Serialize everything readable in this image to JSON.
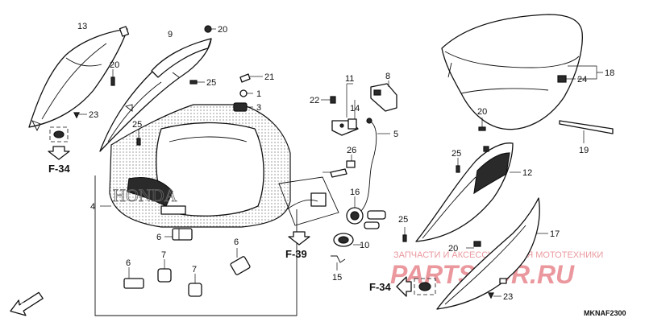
{
  "callouts": [
    {
      "id": "c1",
      "label": "1"
    },
    {
      "id": "c3",
      "label": "3"
    },
    {
      "id": "c4",
      "label": "4"
    },
    {
      "id": "c5",
      "label": "5"
    },
    {
      "id": "c6a",
      "label": "6"
    },
    {
      "id": "c6b",
      "label": "6"
    },
    {
      "id": "c6c",
      "label": "6"
    },
    {
      "id": "c7a",
      "label": "7"
    },
    {
      "id": "c7b",
      "label": "7"
    },
    {
      "id": "c8",
      "label": "8"
    },
    {
      "id": "c9",
      "label": "9"
    },
    {
      "id": "c10",
      "label": "10"
    },
    {
      "id": "c11",
      "label": "11"
    },
    {
      "id": "c12",
      "label": "12"
    },
    {
      "id": "c13",
      "label": "13"
    },
    {
      "id": "c14",
      "label": "14"
    },
    {
      "id": "c15",
      "label": "15"
    },
    {
      "id": "c16",
      "label": "16"
    },
    {
      "id": "c17",
      "label": "17"
    },
    {
      "id": "c18",
      "label": "18"
    },
    {
      "id": "c19",
      "label": "19"
    },
    {
      "id": "c20a",
      "label": "20"
    },
    {
      "id": "c20b",
      "label": "20"
    },
    {
      "id": "c20c",
      "label": "20"
    },
    {
      "id": "c20d",
      "label": "20"
    },
    {
      "id": "c21",
      "label": "21"
    },
    {
      "id": "c22",
      "label": "22"
    },
    {
      "id": "c23a",
      "label": "23"
    },
    {
      "id": "c23b",
      "label": "23"
    },
    {
      "id": "c24",
      "label": "24"
    },
    {
      "id": "c25a",
      "label": "25"
    },
    {
      "id": "c25b",
      "label": "25"
    },
    {
      "id": "c25c",
      "label": "25"
    },
    {
      "id": "c25d",
      "label": "25"
    },
    {
      "id": "c26",
      "label": "26"
    }
  ],
  "references": {
    "f34_left": "F-34",
    "f34_right": "F-34",
    "f39": "F-39"
  },
  "direction": "FR.",
  "diagram_code": "MKNAF2300",
  "watermark": {
    "tagline": "ЗАПЧАСТИ И АКСЕССУАРЫ ДЛЯ МОТОТЕХНИКИ",
    "brand": "PARTSFOR.RU"
  },
  "colors": {
    "line": "#111111",
    "watermark": "#d9454f"
  }
}
